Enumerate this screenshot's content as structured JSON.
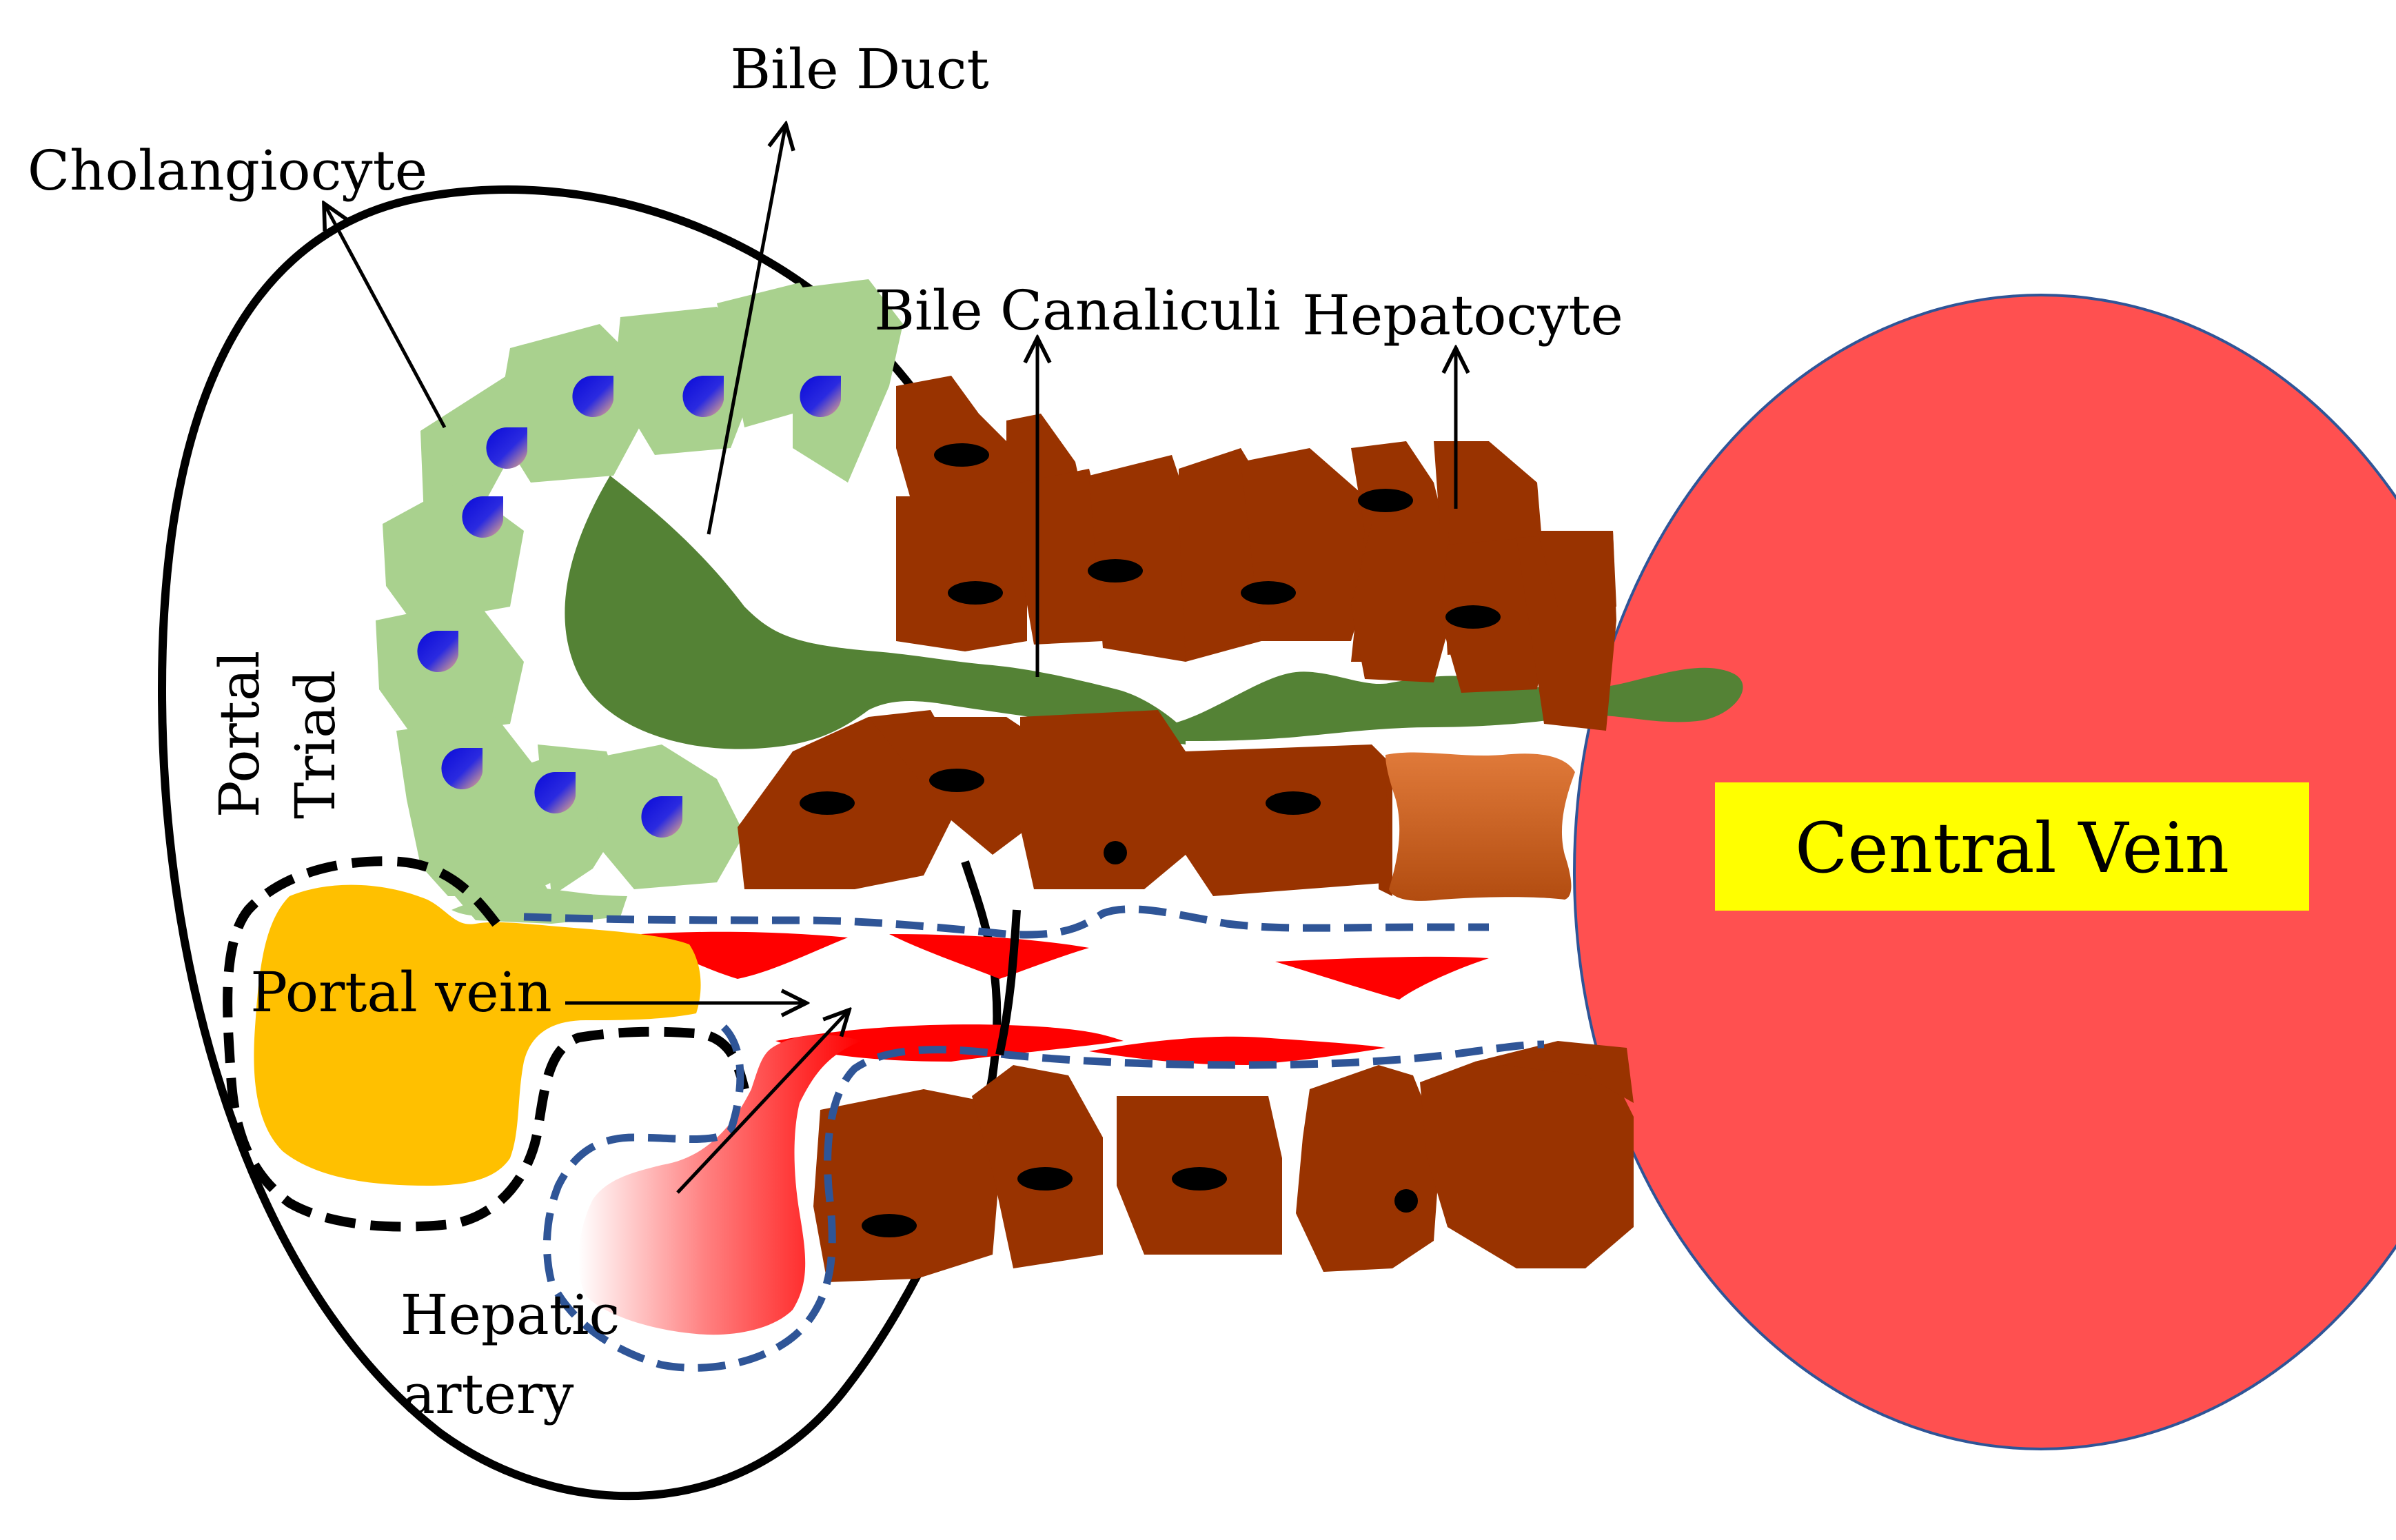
{
  "labels": {
    "bile_duct": "Bile Duct",
    "cholangiocyte": "Cholangiocyte",
    "bile_canaliculi": "Bile Canaliculi",
    "hepatocyte": "Hepatocyte",
    "portal": "Portal",
    "triad": "Triad",
    "portal_vein": "Portal vein",
    "hepatic": "Hepatic",
    "artery": "artery",
    "central_vein": "Central  Vein"
  },
  "colors": {
    "portal_triad_outline": "#000000",
    "cholangiocyte": "#a9d18e",
    "bile_duct": "#548235",
    "hepatocyte": "#993300",
    "hepatocyte_highlight": "#c55a11",
    "nucleus": "#000000",
    "cholangiocyte_nucleus": "#1a1ad0",
    "portal_vein": "#ffc000",
    "hepatic_artery": "#ff0000",
    "sinusoid": "#ff0000",
    "central_vein": "#ff5050",
    "central_vein_outline": "#2f5597",
    "central_vein_label_bg": "#ffff00",
    "dashed_blue": "#2f5597",
    "dashed_black": "#000000"
  }
}
